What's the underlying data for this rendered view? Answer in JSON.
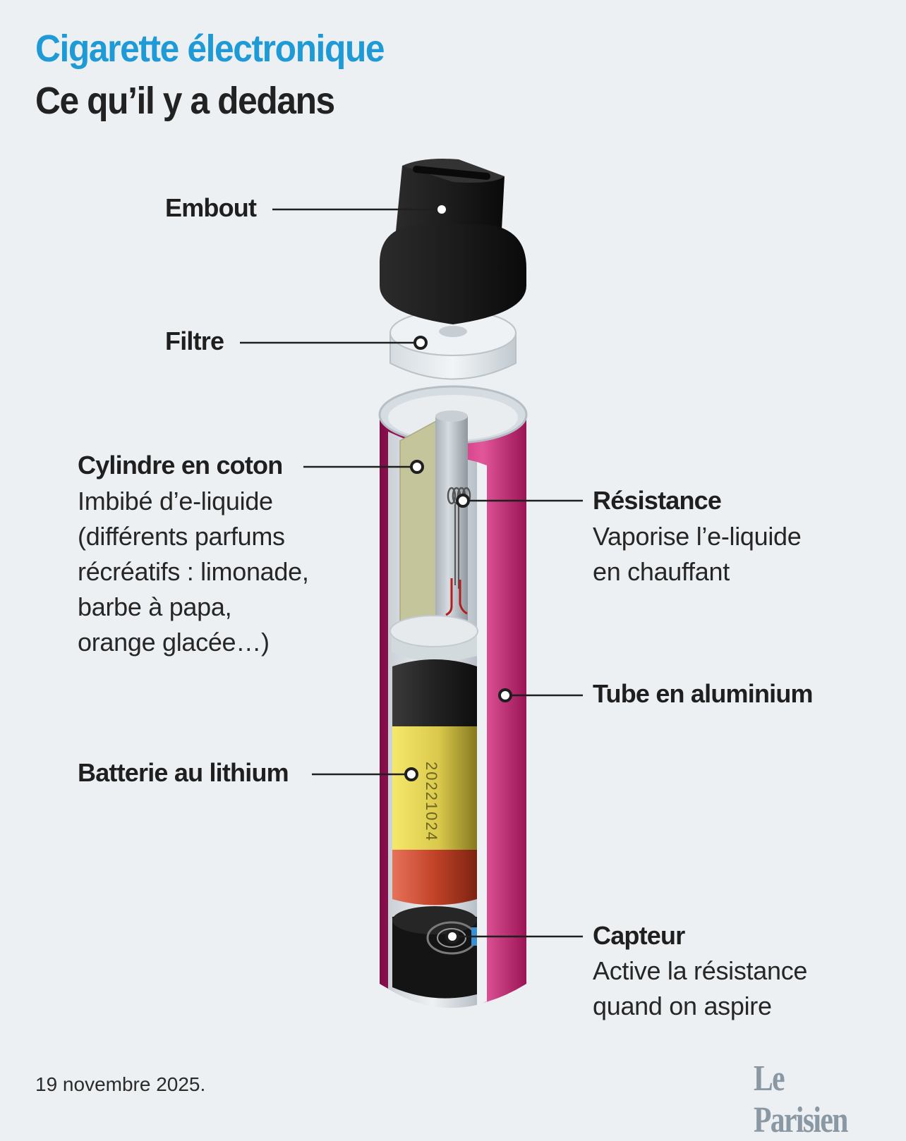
{
  "header": {
    "title": "Cigarette électronique",
    "subtitle": "Ce qu’il y a dedans"
  },
  "labels": {
    "embout": "Embout",
    "filtre": "Filtre",
    "cylindre": "Cylindre en coton",
    "cylindre_desc": "Imbibé d’e-liquide\n(différents parfums\nrécréatifs : limonade,\nbarbe à papa,\norange glacée…)",
    "resistance": "Résistance",
    "resistance_desc": "Vaporise l’e-liquide\nen chauffant",
    "tube": "Tube en aluminium",
    "batterie": "Batterie au lithium",
    "capteur": "Capteur",
    "capteur_desc": "Active la résistance\nquand on aspire"
  },
  "battery_print": "20221024",
  "footer": {
    "date": "19 novembre 2025.",
    "logo": "Le Parisien"
  },
  "colors": {
    "title": "#1e9ad6",
    "tube": "#c41c6e",
    "battery_yellow": "#e7d85a",
    "battery_red": "#c94a2e",
    "mouthpiece": "#1c1c1c"
  }
}
